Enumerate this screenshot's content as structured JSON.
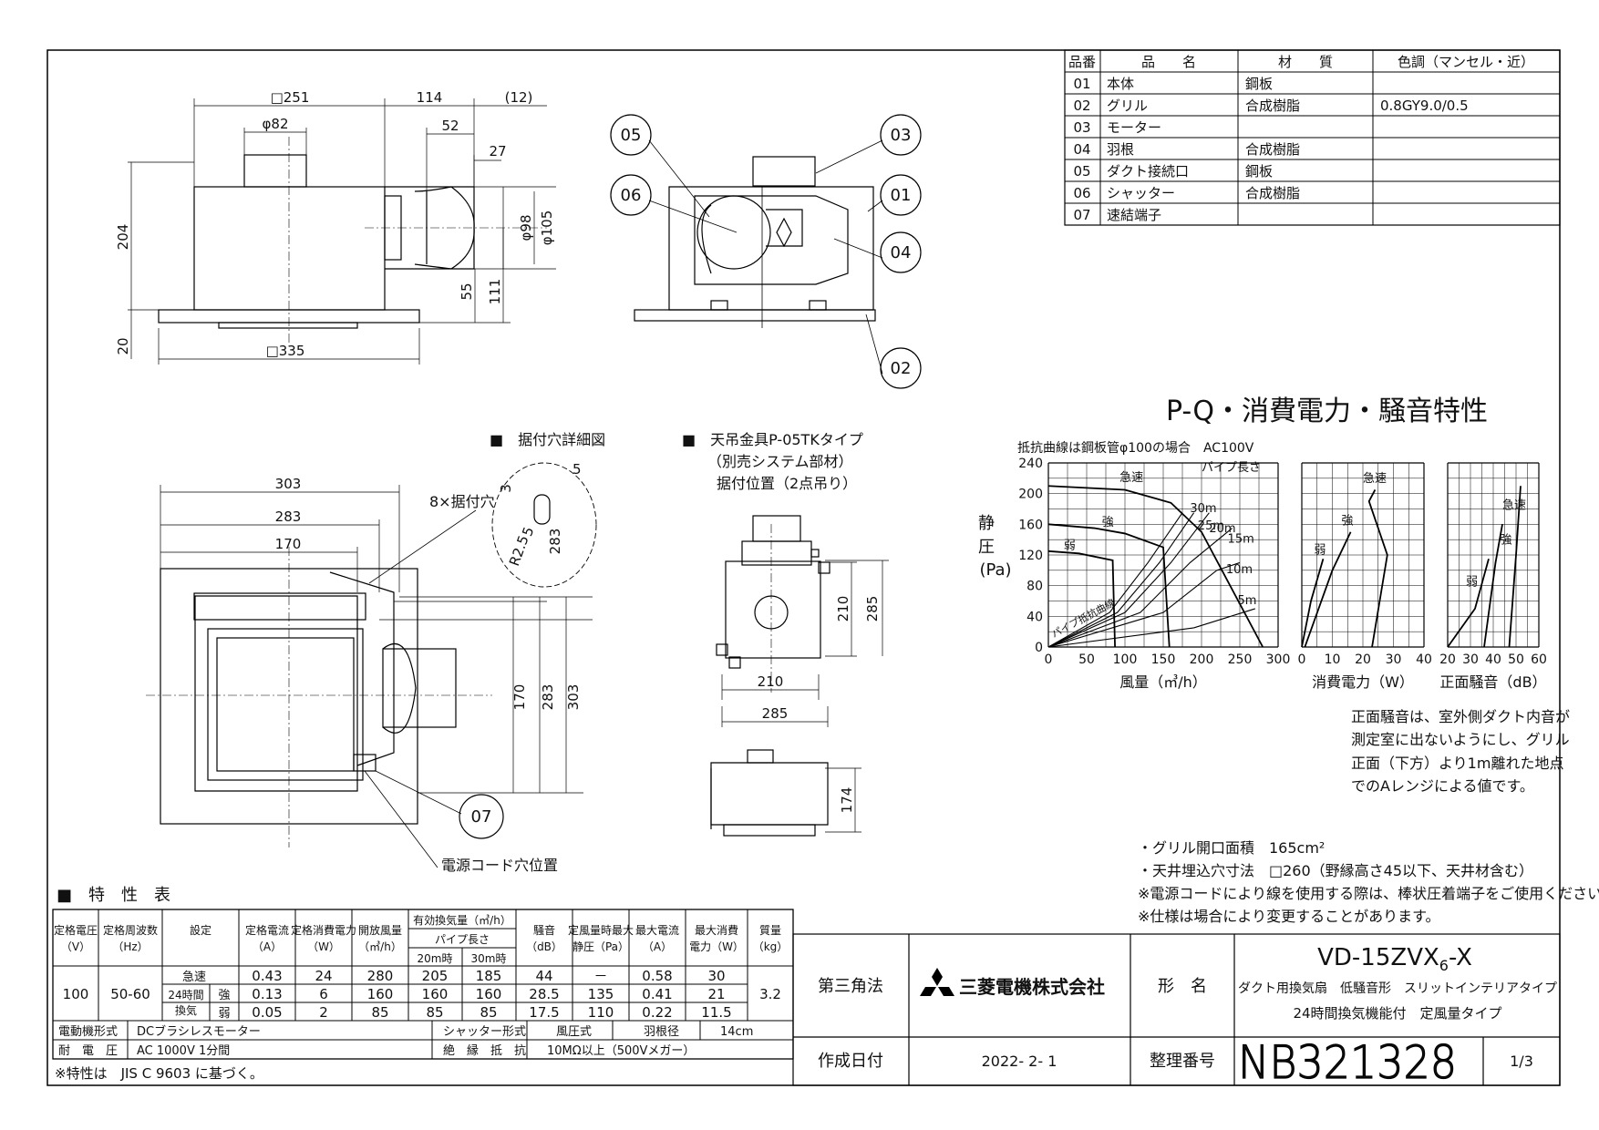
{
  "parts_table": {
    "headers": [
      "品番",
      "品　　名",
      "材　　質",
      "色調（マンセル・近）"
    ],
    "rows": [
      {
        "no": "01",
        "name": "本体",
        "material": "鋼板",
        "color": ""
      },
      {
        "no": "02",
        "name": "グリル",
        "material": "合成樹脂",
        "color": "0.8GY9.0/0.5"
      },
      {
        "no": "03",
        "name": "モーター",
        "material": "",
        "color": ""
      },
      {
        "no": "04",
        "name": "羽根",
        "material": "合成樹脂",
        "color": ""
      },
      {
        "no": "05",
        "name": "ダクト接続口",
        "material": "鋼板",
        "color": ""
      },
      {
        "no": "06",
        "name": "シャッター",
        "material": "合成樹脂",
        "color": ""
      },
      {
        "no": "07",
        "name": "速結端子",
        "material": "",
        "color": ""
      }
    ]
  },
  "front_view": {
    "dims": [
      "□251",
      "114",
      "(12)",
      "φ82",
      "52",
      "27",
      "204",
      "φ98",
      "φ105",
      "55",
      "111",
      "20",
      "□335"
    ]
  },
  "section_view": {
    "callouts": [
      "05",
      "06",
      "03",
      "01",
      "04",
      "02"
    ]
  },
  "mount_hole_detail": {
    "title": "■　据付穴詳細図",
    "dims": [
      "3",
      "5",
      "5",
      "R2.5",
      "283"
    ],
    "label": "8×据付穴"
  },
  "plan_view": {
    "dims": [
      "303",
      "283",
      "170",
      "170",
      "283",
      "303"
    ],
    "callout": "07",
    "cord_label": "電源コード穴位置"
  },
  "hanger": {
    "title": "■　天吊金具P-05TKタイプ",
    "sub1": "（別売システム部材）",
    "sub2": "据付位置（2点吊り）",
    "dims": [
      "210",
      "285",
      "210",
      "285",
      "174"
    ]
  },
  "pq_chart": {
    "title": "P-Q・消費電力・騒音特性",
    "note": "抵抗曲線は鋼板管φ100の場合　AC100V",
    "ylabel_chars": [
      "静",
      "圧",
      "(Pa)"
    ],
    "pipe_label": "パイプ長さ",
    "pipe_curve_label": "パイプ抵抗曲線"
  },
  "chart_data": [
    {
      "type": "line",
      "title": "P-Q・消費電力・騒音特性",
      "xlabel": "風量（㎥/h）",
      "ylabel": "静圧(Pa)",
      "xlim": [
        0,
        300
      ],
      "ylim": [
        0,
        240
      ],
      "xticks": [
        0,
        50,
        100,
        150,
        200,
        250,
        300
      ],
      "yticks": [
        0,
        40,
        80,
        120,
        160,
        200,
        240
      ],
      "series": [
        {
          "name": "急速",
          "points": [
            [
              0,
              210
            ],
            [
              100,
              205
            ],
            [
              160,
              188
            ],
            [
              200,
              150
            ],
            [
              280,
              0
            ]
          ]
        },
        {
          "name": "強",
          "points": [
            [
              0,
              160
            ],
            [
              60,
              155
            ],
            [
              100,
              148
            ],
            [
              150,
              130
            ],
            [
              158,
              0
            ]
          ]
        },
        {
          "name": "弱",
          "points": [
            [
              0,
              125
            ],
            [
              40,
              122
            ],
            [
              84,
              113
            ],
            [
              87,
              0
            ]
          ]
        },
        {
          "name": "30m",
          "points": [
            [
              0,
              0
            ],
            [
              80,
              45
            ],
            [
              130,
              110
            ],
            [
              175,
              175
            ]
          ]
        },
        {
          "name": "25m",
          "points": [
            [
              0,
              0
            ],
            [
              90,
              45
            ],
            [
              145,
              110
            ],
            [
              190,
              175
            ]
          ]
        },
        {
          "name": "20m",
          "points": [
            [
              0,
              0
            ],
            [
              100,
              45
            ],
            [
              160,
              110
            ],
            [
              210,
              175
            ]
          ]
        },
        {
          "name": "15m",
          "points": [
            [
              0,
              0
            ],
            [
              120,
              45
            ],
            [
              185,
              110
            ],
            [
              240,
              155
            ]
          ]
        },
        {
          "name": "10m",
          "points": [
            [
              0,
              0
            ],
            [
              150,
              45
            ],
            [
              220,
              100
            ],
            [
              250,
              110
            ]
          ]
        },
        {
          "name": "5m",
          "points": [
            [
              0,
              0
            ],
            [
              190,
              25
            ],
            [
              270,
              50
            ]
          ]
        }
      ],
      "labels": [
        "急速",
        "強",
        "弱",
        "30m",
        "25m",
        "20m",
        "15m",
        "10m",
        "5m"
      ]
    },
    {
      "type": "line",
      "xlabel": "消費電力（W）",
      "xlim": [
        0,
        40
      ],
      "ylim": [
        0,
        240
      ],
      "xticks": [
        0,
        10,
        20,
        30,
        40
      ],
      "series": [
        {
          "name": "急速",
          "points": [
            [
              24,
              205
            ],
            [
              22,
              190
            ],
            [
              28,
              120
            ],
            [
              23,
              0
            ]
          ]
        },
        {
          "name": "強",
          "points": [
            [
              16,
              150
            ],
            [
              10,
              100
            ],
            [
              1,
              0
            ]
          ]
        },
        {
          "name": "弱",
          "points": [
            [
              7,
              115
            ],
            [
              3,
              60
            ],
            [
              -1,
              0
            ]
          ]
        }
      ],
      "labels": [
        "急速",
        "強",
        "弱"
      ]
    },
    {
      "type": "line",
      "xlabel": "正面騒音（dB）",
      "xlim": [
        20,
        60
      ],
      "ylim": [
        0,
        240
      ],
      "xticks": [
        20,
        30,
        40,
        50,
        60
      ],
      "series": [
        {
          "name": "急速",
          "points": [
            [
              52,
              210
            ],
            [
              50,
              120
            ],
            [
              47,
              0
            ]
          ]
        },
        {
          "name": "強",
          "points": [
            [
              44,
              160
            ],
            [
              41,
              110
            ],
            [
              36,
              0
            ]
          ]
        },
        {
          "name": "弱",
          "points": [
            [
              38,
              115
            ],
            [
              32,
              50
            ],
            [
              20,
              0
            ]
          ]
        }
      ],
      "labels": [
        "急速",
        "強",
        "弱"
      ]
    }
  ],
  "noise_note": [
    "正面騒音は、室外側ダクト内音が",
    "測定室に出ないようにし、グリル",
    "正面（下方）より1m離れた地点",
    "でのAレンジによる値です。"
  ],
  "notes": [
    "・グリル開口面積　165cm²",
    "・天井埋込穴寸法　□260（野縁高さ45以下、天井材含む）",
    "※電源コードにより線を使用する際は、棒状圧着端子をご使用ください。",
    "※仕様は場合により変更することがあります。"
  ],
  "spec": {
    "title": "■　特　性　表",
    "headers": [
      "定格電圧\n（V）",
      "定格周波数\n（Hz）",
      "設定",
      "定格電流\n（A）",
      "定格消費電力\n（W）",
      "開放風量\n（㎥/h）",
      "有効換気量（㎥/h）",
      "騒音\n（dB）",
      "定風量時最大\n静圧（Pa）",
      "最大電流\n（A）",
      "最大消費\n電力（W）",
      "質量\n（kg）"
    ],
    "pipe_header": "パイプ長さ",
    "pipe_cols": [
      "20m時",
      "30m時"
    ],
    "voltage": "100",
    "freq": "50-60",
    "mass": "3.2",
    "mode24": "24時間\n換気",
    "rows": [
      {
        "mode": "急速",
        "current": "0.43",
        "power": "24",
        "open": "280",
        "q20": "205",
        "q30": "185",
        "noise": "44",
        "static": "－",
        "max_current": "0.58",
        "max_power": "30"
      },
      {
        "mode": "強",
        "current": "0.13",
        "power": "6",
        "open": "160",
        "q20": "160",
        "q30": "160",
        "noise": "28.5",
        "static": "135",
        "max_current": "0.41",
        "max_power": "21"
      },
      {
        "mode": "弱",
        "current": "0.05",
        "power": "2",
        "open": "85",
        "q20": "85",
        "q30": "85",
        "noise": "17.5",
        "static": "110",
        "max_current": "0.22",
        "max_power": "11.5"
      }
    ],
    "motor_label": "電動機形式",
    "motor_value": "DCブラシレスモーター",
    "shutter_label": "シャッター形式",
    "shutter_value": "風圧式",
    "blade_label": "羽根径",
    "blade_value": "14cm",
    "withstand_label": "耐　電　圧",
    "withstand_value": "AC 1000V 1分間",
    "insulation_label": "絶　縁　抵　抗",
    "insulation_value": "10MΩ以上（500Vメガー）",
    "footnote": "※特性は　JIS C 9603 に基づく。"
  },
  "title_block": {
    "projection": "第三角法",
    "company": "三菱電機株式会社",
    "model_label": "形　名",
    "model": "VD-15ZVX6-X",
    "model_main": "VD-15ZVX",
    "model_sub": "6",
    "model_tail": "-X",
    "desc1": "ダクト用換気扇　低騒音形　スリットインテリアタイプ",
    "desc2": "24時間換気機能付　定風量タイプ",
    "date_label": "作成日付",
    "date": "2022- 2- 1",
    "number_label": "整理番号",
    "number": "NB321328",
    "page": "1/3"
  }
}
